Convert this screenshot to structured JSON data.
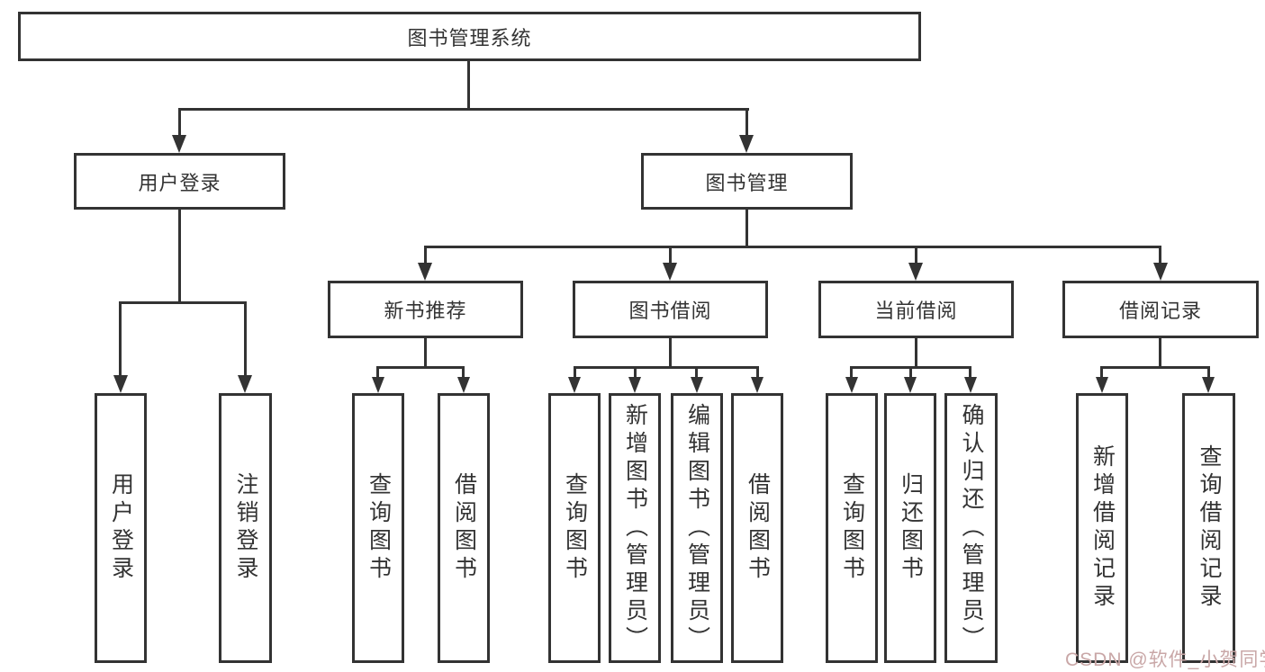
{
  "diagram": {
    "root_label": "图书管理系统",
    "level2": {
      "user_login": "用户登录",
      "book_management": "图书管理"
    },
    "level3": {
      "new_books": "新书推荐",
      "book_borrow": "图书借阅",
      "current_borrow": "当前借阅",
      "borrow_records": "借阅记录"
    },
    "leaves": {
      "user_login": [
        "用户登录",
        "注销登录"
      ],
      "new_books": [
        "查询图书",
        "借阅图书"
      ],
      "book_borrow": [
        "查询图书",
        "新增图书（管理员）",
        "编辑图书（管理员）",
        "借阅图书"
      ],
      "current_borrow": [
        "查询图书",
        "归还图书",
        "确认归还（管理员）"
      ],
      "borrow_records": [
        "新增借阅记录",
        "查询借阅记录"
      ]
    }
  },
  "watermark": {
    "text": "CSDN @软件_小贺同学"
  },
  "colors": {
    "line": "#333333",
    "text": "#333333",
    "background": "#ffffff",
    "watermark": "#c9a7a7"
  }
}
